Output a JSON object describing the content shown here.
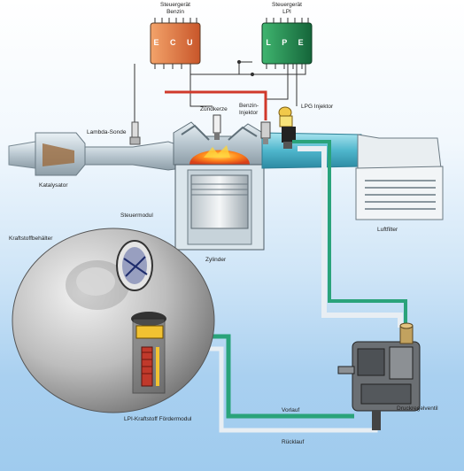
{
  "ecu_benzin": {
    "title_line1": "Steuergerät",
    "title_line2": "Benzin",
    "chip": "E C U",
    "color": "#e07a3a"
  },
  "ecu_lpg": {
    "title_line1": "Steuergerät",
    "title_line2": "LPI",
    "chip": "L P E",
    "color": "#1f8a4c"
  },
  "labels": {
    "lambda": "Lambda-Sonde",
    "catalyst": "Katalysator",
    "spark": "Zündkerze",
    "injector_petrol_1": "Benzin-",
    "injector_petrol_2": "Injektor",
    "lpg_injector": "LPG Injektor",
    "control_module": "Steuermodul",
    "cylinder": "Zylinder",
    "air_filter": "Luftfilter",
    "tank": "Kraftstoffbehälter",
    "pump_module": "LPI-Kraftstoff Fördermodul",
    "supply": "Vorlauf",
    "return": "Rücklauf",
    "pressure_regulator": "Druckregelventil"
  },
  "colors": {
    "supply_line": "#2aa37a",
    "return_line": "#e8eef3",
    "hot_pipe": "#d0392b",
    "intake": "#59c2d6"
  }
}
